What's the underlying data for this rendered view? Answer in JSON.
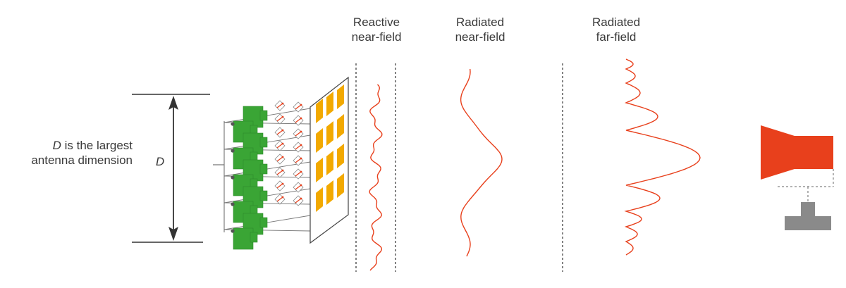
{
  "definition": {
    "symbol": "D",
    "line1_rest": " is the largest",
    "line2": "antenna dimension"
  },
  "dimension_symbol": "D",
  "regions": [
    {
      "line1": "Reactive",
      "line2": "near-field"
    },
    {
      "line1": "Radiated",
      "line2": "near-field"
    },
    {
      "line1": "Radiated",
      "line2": "far-field"
    }
  ],
  "colors": {
    "text": "#3a3a3a",
    "module_green": "#3aa535",
    "patch_orange": "#f2a900",
    "wave_red": "#e8401c",
    "horn_red": "#e8401c",
    "stand_gray": "#8a8a8a",
    "line_dark": "#333333"
  },
  "icons": [
    "phased-array-antenna-icon",
    "horn-antenna-probe-icon"
  ]
}
